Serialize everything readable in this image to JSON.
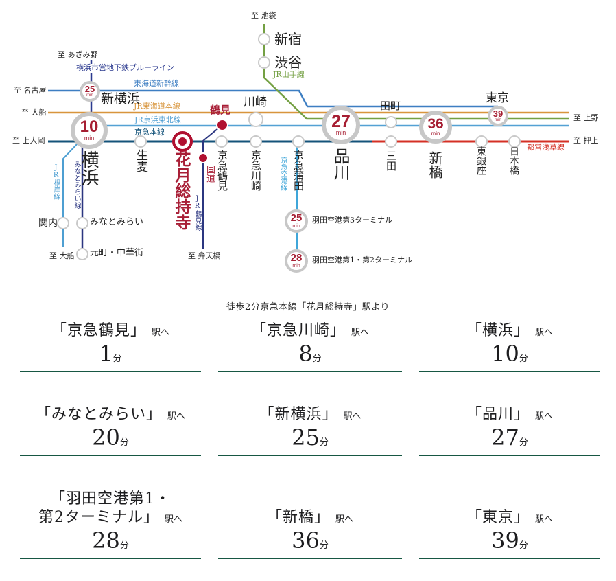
{
  "colors": {
    "crimson_accent": "#a81e36",
    "marker_crimson": "#b01030",
    "badge_ring_gray": "#c7c7c7",
    "shinkansen_blue": "#3d7ec2",
    "tokaido_orange": "#d8953c",
    "yamanote_green": "#74a043",
    "keihin_tohoku_blue": "#54a1d4",
    "keikyu_teal": "#14537a",
    "asakusa_red": "#d43025",
    "navy_line": "#2b3680",
    "blue_line_navy": "#2b3a8f",
    "negishi_blue": "#4e9fd2",
    "airport_blue": "#3fa6d9",
    "underline_green": "#175743"
  },
  "diagram": {
    "terminals": {
      "ikebukuro": "至 池袋",
      "azamino": "至 あざみ野",
      "nagoya": "至 名古屋",
      "ofuna_west": "至 大船",
      "kamiooka": "至 上大岡",
      "ofuna_south": "至 大船",
      "bentenbashi": "至 弁天橋",
      "ueno": "至 上野",
      "oshiage": "至 押上"
    },
    "lines": {
      "blue_line": "横浜市営地下鉄ブルーライン",
      "shinkansen": "東海道新幹線",
      "tokaido_main": "JR東海道本線",
      "keihin_tohoku": "JR京浜東北線",
      "keikyu_main": "京急本線",
      "yamanote": "JR山手線",
      "asakusa": "都営浅草線",
      "negishi": "JR根岸線",
      "minatomirai_line": "みなとみらい線",
      "tsurumi_line": "JR鶴見線",
      "airport_line": "京急空港線"
    },
    "stations": {
      "shinjuku": "新宿",
      "shibuya": "渋谷",
      "shin_yokohama": "新横浜",
      "yokohama": "横浜",
      "kannai": "関内",
      "minatomirai": "みなとみらい",
      "motomachi_chukagai": "元町・中華街",
      "namamugi": "生麦",
      "kagetsu_sojiji": "花月総持寺",
      "kokudo": "国道",
      "tsurumi": "鶴見",
      "keikyu_tsurumi": "京急鶴見",
      "kawasaki": "川崎",
      "keikyu_kawasaki": "京急川崎",
      "keikyu_kamata": "京急蒲田",
      "haneda_t3": "羽田空港第3ターミナル",
      "haneda_t12": "羽田空港第1・第2ターミナル",
      "shinagawa": "品川",
      "tamachi": "田町",
      "mita": "三田",
      "shimbashi": "新橋",
      "higashi_ginza": "東銀座",
      "nihombashi": "日本橋",
      "tokyo": "東京"
    },
    "badges": {
      "unit": "min",
      "yokohama": "10",
      "shin_yokohama": "25",
      "shinagawa": "27",
      "shimbashi": "36",
      "tokyo": "39",
      "haneda_t3": "25",
      "haneda_t12": "28"
    }
  },
  "caption": "徒歩2分京急本線「花月総持寺」駅より",
  "grid": {
    "eki_suffix": "駅へ",
    "minute_unit": "分",
    "cells": [
      {
        "name": "「京急鶴見」",
        "name2": "",
        "time": "1"
      },
      {
        "name": "「京急川崎」",
        "name2": "",
        "time": "8"
      },
      {
        "name": "「横浜」",
        "name2": "",
        "time": "10"
      },
      {
        "name": "「みなとみらい」",
        "name2": "",
        "time": "20"
      },
      {
        "name": "「新横浜」",
        "name2": "",
        "time": "25"
      },
      {
        "name": "「品川」",
        "name2": "",
        "time": "27"
      },
      {
        "name": "「羽田空港第1・",
        "name2": "第2ターミナル」",
        "time": "28"
      },
      {
        "name": "「新橋」",
        "name2": "",
        "time": "36"
      },
      {
        "name": "「東京」",
        "name2": "",
        "time": "39"
      }
    ]
  }
}
